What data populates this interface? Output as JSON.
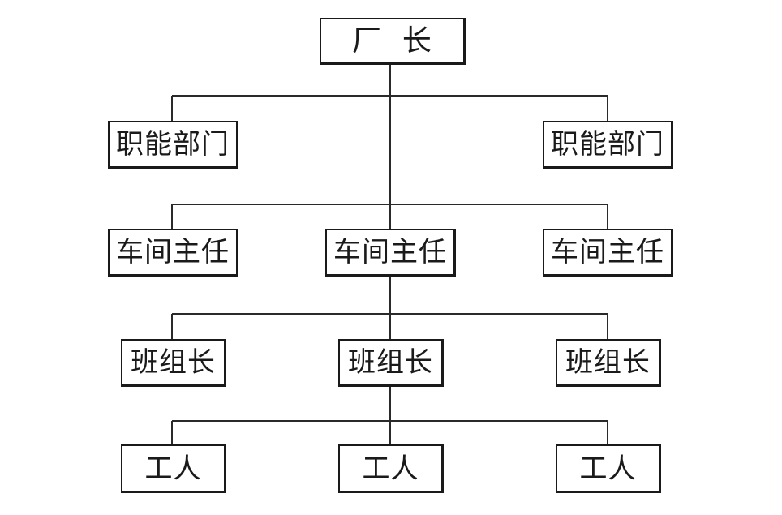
{
  "org_chart": {
    "root": "厂  长",
    "functional_departments": [
      "职能部门",
      "职能部门"
    ],
    "workshop_directors": [
      "车间主任",
      "车间主任",
      "车间主任"
    ],
    "team_leaders": [
      "班组长",
      "班组长",
      "班组长"
    ],
    "workers": [
      "工人",
      "工人",
      "工人"
    ]
  }
}
